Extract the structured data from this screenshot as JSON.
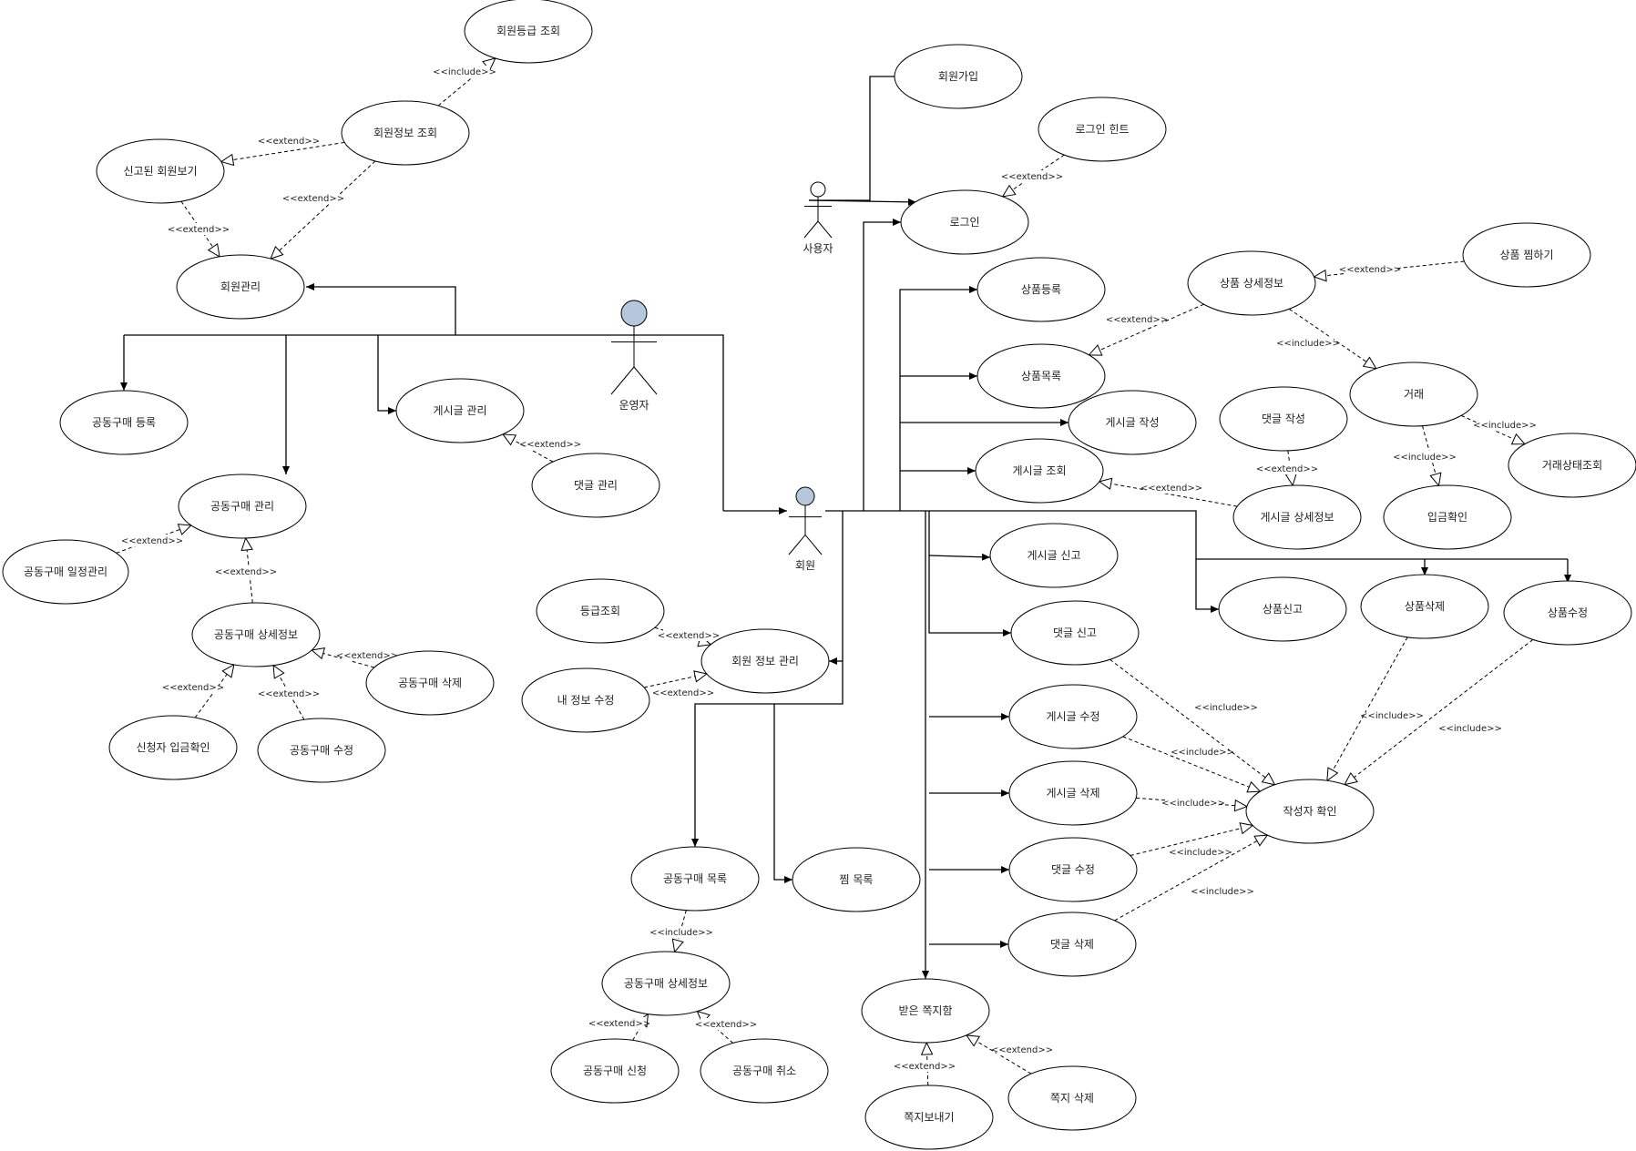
{
  "actors": [
    {
      "id": "user",
      "label": "사용자"
    },
    {
      "id": "admin",
      "label": "운영자"
    },
    {
      "id": "member",
      "label": "회원"
    }
  ],
  "use_cases": [
    {
      "id": "grade_view",
      "label": "회원등급 조회"
    },
    {
      "id": "member_info",
      "label": "회원정보 조회"
    },
    {
      "id": "reported_members",
      "label": "신고된 회원보기"
    },
    {
      "id": "member_mgmt",
      "label": "회원관리"
    },
    {
      "id": "gb_register",
      "label": "공동구매 등록"
    },
    {
      "id": "post_mgmt",
      "label": "게시글 관리"
    },
    {
      "id": "comment_mgmt",
      "label": "댓글 관리"
    },
    {
      "id": "gb_mgmt",
      "label": "공동구매 관리"
    },
    {
      "id": "gb_schedule",
      "label": "공동구매 일정관리"
    },
    {
      "id": "gb_detail_admin",
      "label": "공동구매 상세정보"
    },
    {
      "id": "gb_delete",
      "label": "공동구매 삭제"
    },
    {
      "id": "applicant_deposit",
      "label": "신청자 입금확인"
    },
    {
      "id": "gb_edit",
      "label": "공동구매 수정"
    },
    {
      "id": "signup",
      "label": "회원가입"
    },
    {
      "id": "login_hint",
      "label": "로그인 힌트"
    },
    {
      "id": "login",
      "label": "로그인"
    },
    {
      "id": "product_reg",
      "label": "상품등록"
    },
    {
      "id": "product_detail",
      "label": "상품 상세정보"
    },
    {
      "id": "product_like",
      "label": "상품 찜하기"
    },
    {
      "id": "product_list",
      "label": "상품목록"
    },
    {
      "id": "post_write",
      "label": "게시글 작성"
    },
    {
      "id": "comment_write",
      "label": "댓글 작성"
    },
    {
      "id": "trade",
      "label": "거래"
    },
    {
      "id": "trade_status",
      "label": "거래상태조회"
    },
    {
      "id": "post_view",
      "label": "게시글 조회"
    },
    {
      "id": "deposit_check",
      "label": "입금확인"
    },
    {
      "id": "post_detail",
      "label": "게시글 상세정보"
    },
    {
      "id": "post_report",
      "label": "게시글 신고"
    },
    {
      "id": "product_report",
      "label": "상품신고"
    },
    {
      "id": "product_delete",
      "label": "상품삭제"
    },
    {
      "id": "product_edit",
      "label": "상품수정"
    },
    {
      "id": "grade_check",
      "label": "등급조회"
    },
    {
      "id": "member_info_mgmt",
      "label": "회원 정보 관리"
    },
    {
      "id": "my_info_edit",
      "label": "내 정보 수정"
    },
    {
      "id": "comment_report",
      "label": "댓글 신고"
    },
    {
      "id": "post_edit",
      "label": "게시글 수정"
    },
    {
      "id": "post_delete",
      "label": "게시글 삭제"
    },
    {
      "id": "writer_check",
      "label": "작성자 확인"
    },
    {
      "id": "comment_edit",
      "label": "댓글 수정"
    },
    {
      "id": "comment_delete",
      "label": "댓글 삭제"
    },
    {
      "id": "gb_list",
      "label": "공동구매 목록"
    },
    {
      "id": "wish_list",
      "label": "찜 목록"
    },
    {
      "id": "gb_detail_member",
      "label": "공동구매 상세정보"
    },
    {
      "id": "gb_apply",
      "label": "공동구매 신청"
    },
    {
      "id": "gb_cancel",
      "label": "공동구매 취소"
    },
    {
      "id": "inbox",
      "label": "받은 쪽지함"
    },
    {
      "id": "send_note",
      "label": "쪽지보내기"
    },
    {
      "id": "delete_note",
      "label": "쪽지 삭제"
    }
  ],
  "stereotypes": {
    "include": "<<include>>",
    "extend": "<<extend>>"
  },
  "relations": [
    {
      "type": "include",
      "from": "member_info",
      "to": "grade_view"
    },
    {
      "type": "extend",
      "from": "member_info",
      "to": "reported_members"
    },
    {
      "type": "extend",
      "from": "member_info",
      "to": "member_mgmt"
    },
    {
      "type": "extend",
      "from": "reported_members",
      "to": "member_mgmt"
    },
    {
      "type": "extend",
      "from": "comment_mgmt",
      "to": "post_mgmt"
    },
    {
      "type": "extend",
      "from": "gb_schedule",
      "to": "gb_mgmt"
    },
    {
      "type": "extend",
      "from": "gb_detail_admin",
      "to": "gb_mgmt"
    },
    {
      "type": "extend",
      "from": "gb_delete",
      "to": "gb_detail_admin"
    },
    {
      "type": "extend",
      "from": "applicant_deposit",
      "to": "gb_detail_admin"
    },
    {
      "type": "extend",
      "from": "gb_edit",
      "to": "gb_detail_admin"
    },
    {
      "type": "extend",
      "from": "login_hint",
      "to": "login"
    },
    {
      "type": "extend",
      "from": "product_like",
      "to": "product_detail"
    },
    {
      "type": "extend",
      "from": "product_detail",
      "to": "product_list"
    },
    {
      "type": "include",
      "from": "product_detail",
      "to": "trade"
    },
    {
      "type": "include",
      "from": "trade",
      "to": "trade_status"
    },
    {
      "type": "include",
      "from": "trade",
      "to": "deposit_check"
    },
    {
      "type": "extend",
      "from": "comment_write",
      "to": "post_detail"
    },
    {
      "type": "extend",
      "from": "post_detail",
      "to": "post_view"
    },
    {
      "type": "extend",
      "from": "grade_check",
      "to": "member_info_mgmt"
    },
    {
      "type": "extend",
      "from": "my_info_edit",
      "to": "member_info_mgmt"
    },
    {
      "type": "include",
      "from": "comment_report",
      "to": "writer_check"
    },
    {
      "type": "include",
      "from": "post_edit",
      "to": "writer_check"
    },
    {
      "type": "include",
      "from": "post_delete",
      "to": "writer_check"
    },
    {
      "type": "include",
      "from": "comment_edit",
      "to": "writer_check"
    },
    {
      "type": "include",
      "from": "comment_delete",
      "to": "writer_check"
    },
    {
      "type": "include",
      "from": "product_delete",
      "to": "writer_check"
    },
    {
      "type": "include",
      "from": "product_edit",
      "to": "writer_check"
    },
    {
      "type": "include",
      "from": "gb_list",
      "to": "gb_detail_member"
    },
    {
      "type": "extend",
      "from": "gb_apply",
      "to": "gb_detail_member"
    },
    {
      "type": "extend",
      "from": "gb_cancel",
      "to": "gb_detail_member"
    },
    {
      "type": "extend",
      "from": "send_note",
      "to": "inbox"
    },
    {
      "type": "extend",
      "from": "delete_note",
      "to": "inbox"
    }
  ],
  "colors": {
    "line": "#000000",
    "actor_head_fill": "#b4c7dc",
    "background": "#ffffff"
  }
}
